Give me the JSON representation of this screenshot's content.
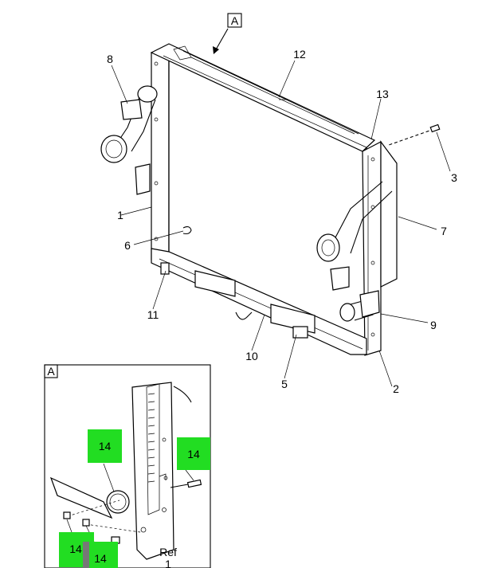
{
  "view_label": "A",
  "callouts": [
    "1",
    "2",
    "3",
    "5",
    "6",
    "7",
    "8",
    "9",
    "10",
    "11",
    "12",
    "13"
  ],
  "detail": {
    "label": "A",
    "ref_text": "Ref",
    "ref_number": "1",
    "tags": [
      "14",
      "14",
      "14",
      "14"
    ],
    "tag_color": "#22dd22"
  }
}
